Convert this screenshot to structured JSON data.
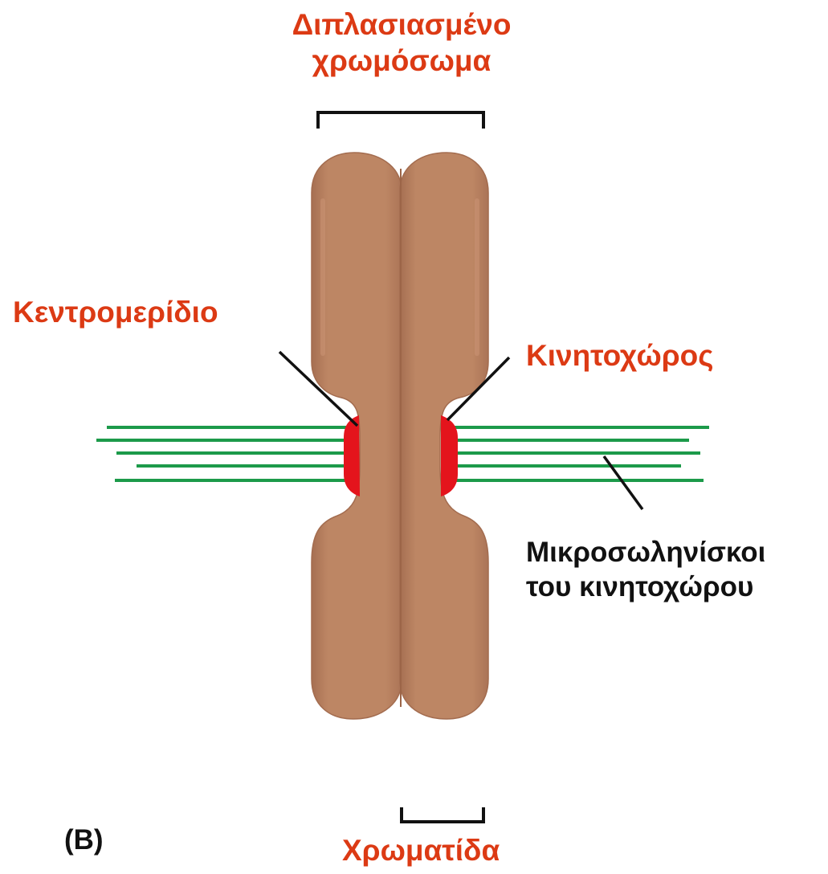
{
  "labels": {
    "duplicated_chromosome_line1": "Διπλασιασμένο",
    "duplicated_chromosome_line2": "χρωμόσωμα",
    "centromere": "Κεντρομερίδιο",
    "kinetochore": "Κινητοχώρος",
    "microtubules_line1": "Μικροσωληνίσκοι",
    "microtubules_line2": "του κινητοχώρου",
    "chromatid": "Χρωματίδα",
    "panel_letter": "(B)"
  },
  "colors": {
    "label_red": "#dc3a14",
    "label_black": "#111111",
    "chromatid_fill": "#bd8664",
    "chromatid_shadow": "#a66f52",
    "kinetochore": "#e4141c",
    "microtubule": "#1c9a4a",
    "leader_line": "#111111"
  }
}
